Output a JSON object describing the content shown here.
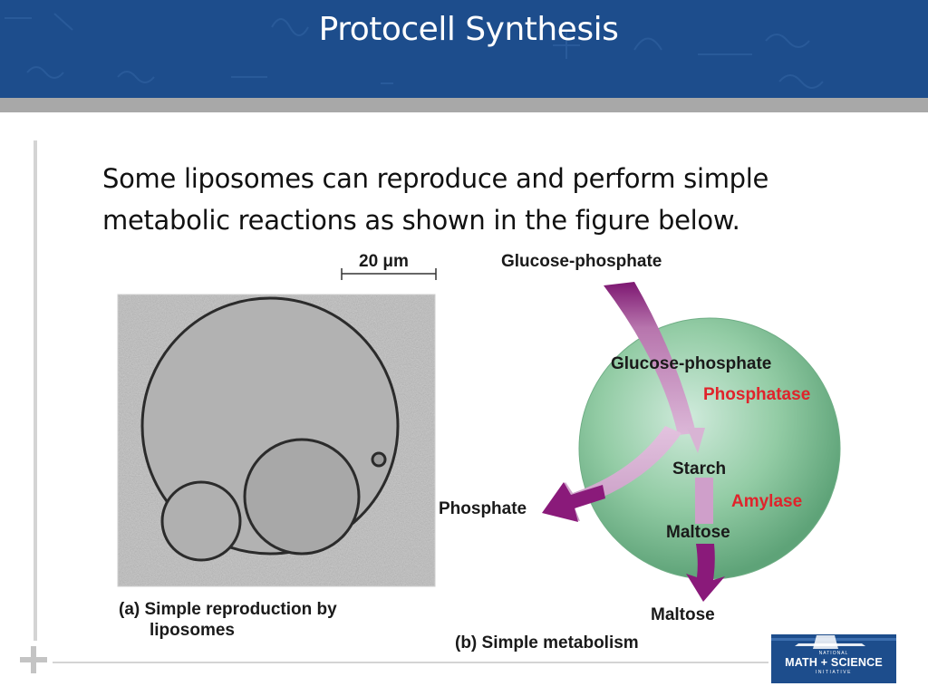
{
  "slide": {
    "title": "Protocell Synthesis",
    "body_lines": [
      "Some liposomes can reproduce and perform simple",
      "metabolic reactions as shown in the figure below."
    ]
  },
  "figure": {
    "scale_bar": "20 μm",
    "caption_a_line1": "(a) Simple reproduction by",
    "caption_a_line2": "liposomes",
    "caption_b": "(b) Simple metabolism",
    "glucose_phosphate_outside": "Glucose-phosphate",
    "glucose_phosphate_inside": "Glucose-phosphate",
    "phosphatase": "Phosphatase",
    "starch": "Starch",
    "amylase": "Amylase",
    "phosphate": "Phosphate",
    "maltose_inside": "Maltose",
    "maltose_outside": "Maltose"
  },
  "logo": {
    "line1": "NATIONAL",
    "line2": "MATH + SCIENCE",
    "line3": "INITIATIVE"
  },
  "colors": {
    "header_blue": "#1d4d8c",
    "arrow_purple": "#8a1a7a",
    "enzyme_red": "#e0232b",
    "sphere_green": "#8ec9a0"
  }
}
